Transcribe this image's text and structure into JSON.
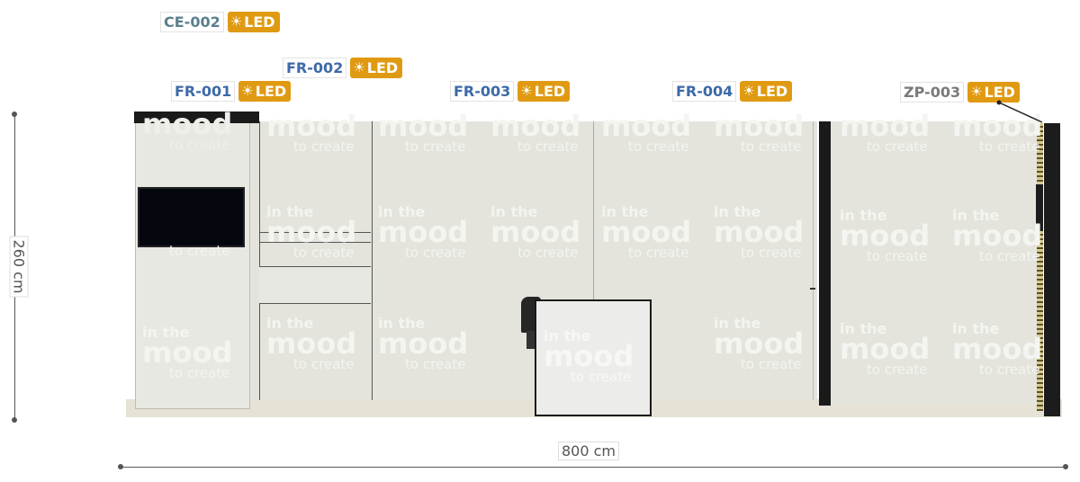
{
  "labels": {
    "ce002": {
      "code": "CE-002",
      "led": "LED",
      "code_color": "#5a7f8c"
    },
    "fr002": {
      "code": "FR-002",
      "led": "LED",
      "code_color": "#3d6aa8"
    },
    "fr001": {
      "code": "FR-001",
      "led": "LED",
      "code_color": "#3d6aa8"
    },
    "fr003": {
      "code": "FR-003",
      "led": "LED",
      "code_color": "#3d6aa8"
    },
    "fr004": {
      "code": "FR-004",
      "led": "LED",
      "code_color": "#3d6aa8"
    },
    "zp003": {
      "code": "ZP-003",
      "led": "LED",
      "code_color": "#7a7a7a"
    }
  },
  "dimensions": {
    "height": "260 cm",
    "width": "800 cm"
  },
  "graphic": {
    "line1": "in the",
    "line2": "mood",
    "line3": "to create"
  },
  "colors": {
    "led": "#e09a12",
    "panel": "#e4e4dd",
    "frame": "#1a1a1a"
  }
}
